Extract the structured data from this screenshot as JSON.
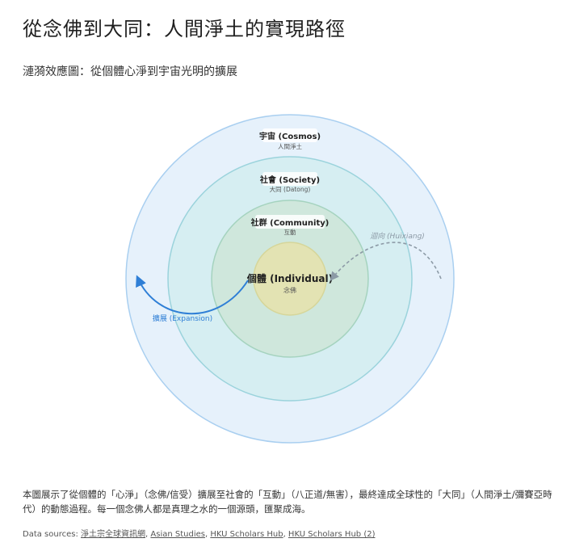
{
  "header": {
    "title": "從念佛到大同：人間淨土的實現路徑",
    "subtitle": "漣漪效應圖：從個體心淨到宇宙光明的擴展"
  },
  "diagram": {
    "rings": [
      {
        "title": "宇宙 (Cosmos)",
        "subtitle": "人間淨土",
        "fill": "#e6f1fb",
        "stroke": "#a9cff0"
      },
      {
        "title": "社會 (Society)",
        "subtitle": "大同 (Datong)",
        "fill": "#d6eef2",
        "stroke": "#9bd3dc"
      },
      {
        "title": "社群 (Community)",
        "subtitle": "互動",
        "fill": "#cfe7dc",
        "stroke": "#a5d3bf"
      },
      {
        "title": "個體 (Individual)",
        "subtitle": "念佛",
        "fill": "#e3e3b3",
        "stroke": "#d6d69a"
      }
    ],
    "expansion_label": "擴展 (Expansion)",
    "expansion_color": "#2f7fd6",
    "return_label": "迴向 (Huixiang)",
    "return_color": "#8c9aa6"
  },
  "caption": "本圖展示了從個體的「心淨」（念佛/信受）擴展至社會的「互動」（八正道/無害），最終達成全球性的「大同」（人間淨土/彌賽亞時代）的動態過程。每一個念佛人都是真理之水的一個源頭，匯聚成海。",
  "sources": {
    "label": "Data sources:",
    "links": [
      "淨土宗全球資訊網",
      "Asian Studies",
      "HKU Scholars Hub",
      "HKU Scholars Hub (2)"
    ]
  }
}
